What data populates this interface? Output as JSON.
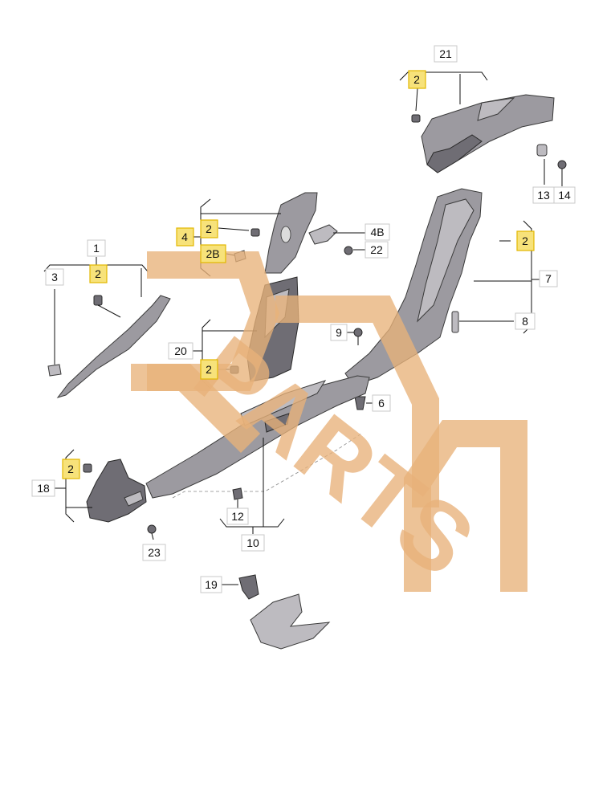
{
  "diagram": {
    "callouts": [
      {
        "id": "c21",
        "text": "21",
        "highlight": false
      },
      {
        "id": "c2a",
        "text": "2",
        "highlight": true
      },
      {
        "id": "c13",
        "text": "13",
        "highlight": false
      },
      {
        "id": "c14",
        "text": "14",
        "highlight": false
      },
      {
        "id": "c4",
        "text": "4",
        "highlight": true
      },
      {
        "id": "c2b",
        "text": "2",
        "highlight": true
      },
      {
        "id": "c2B",
        "text": "2B",
        "highlight": true
      },
      {
        "id": "c4B",
        "text": "4B",
        "highlight": false
      },
      {
        "id": "c22",
        "text": "22",
        "highlight": false
      },
      {
        "id": "c2c",
        "text": "2",
        "highlight": true
      },
      {
        "id": "c7",
        "text": "7",
        "highlight": false
      },
      {
        "id": "c8",
        "text": "8",
        "highlight": false
      },
      {
        "id": "c1",
        "text": "1",
        "highlight": false
      },
      {
        "id": "c3",
        "text": "3",
        "highlight": false
      },
      {
        "id": "c2d",
        "text": "2",
        "highlight": true
      },
      {
        "id": "c9",
        "text": "9",
        "highlight": false
      },
      {
        "id": "c20",
        "text": "20",
        "highlight": false
      },
      {
        "id": "c2e",
        "text": "2",
        "highlight": true
      },
      {
        "id": "c6",
        "text": "6",
        "highlight": false
      },
      {
        "id": "c2f",
        "text": "2",
        "highlight": true
      },
      {
        "id": "c18",
        "text": "18",
        "highlight": false
      },
      {
        "id": "c12",
        "text": "12",
        "highlight": false
      },
      {
        "id": "c10",
        "text": "10",
        "highlight": false
      },
      {
        "id": "c23",
        "text": "23",
        "highlight": false
      },
      {
        "id": "c19",
        "text": "19",
        "highlight": false
      }
    ],
    "watermark": {
      "text": "PARTS",
      "color": "#e8b27a"
    }
  }
}
